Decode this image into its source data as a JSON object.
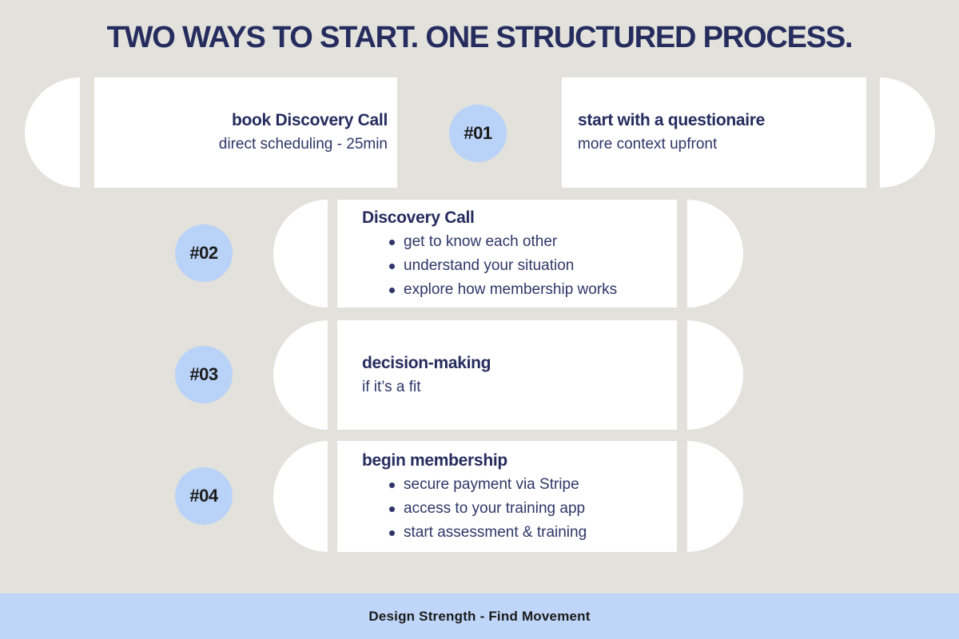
{
  "title": "TWO WAYS TO START. ONE STRUCTURED PROCESS.",
  "colors": {
    "background": "#e3e1dc",
    "card": "#ffffff",
    "badge_blue": "#b9d2f7",
    "footer_blue": "#bfd6f9",
    "navy_heading": "#252c5e",
    "navy_text": "#2e3668",
    "dark_text": "#1b1b1b"
  },
  "steps": [
    {
      "badge": "#01",
      "left_card": {
        "heading": "book Discovery Call",
        "subtext": "direct scheduling - 25min"
      },
      "right_card": {
        "heading": "start with a questionaire",
        "subtext": "more context upfront"
      }
    },
    {
      "badge": "#02",
      "heading": "Discovery Call",
      "bullets": [
        "get to know each other",
        "understand your situation",
        "explore how membership works"
      ]
    },
    {
      "badge": "#03",
      "heading": "decision-making",
      "subtext": "if it’s a fit"
    },
    {
      "badge": "#04",
      "heading": "begin membership",
      "bullets": [
        "secure payment via Stripe",
        "access to your training app",
        "start assessment & training"
      ]
    }
  ],
  "footer": {
    "label": "Design Strength - Find Movement"
  }
}
